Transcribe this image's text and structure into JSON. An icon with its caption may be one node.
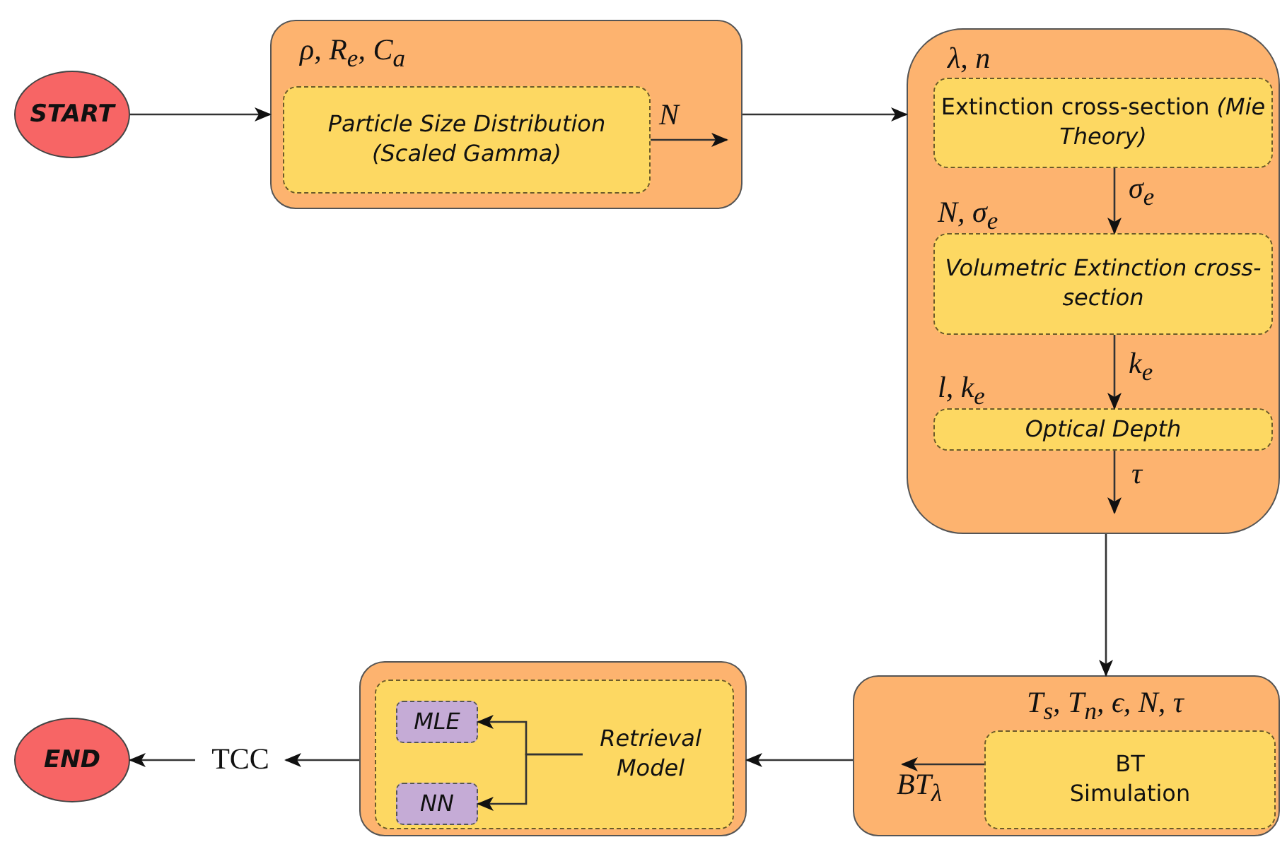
{
  "diagram": {
    "nodes": [
      {
        "text": [
          "START"
        ]
      },
      {
        "text": [
          "ρ, R$_{e}$, C$_{a}$"
        ]
      },
      {
        "text": [
          "Particle Size Distribution (Scaled Gamma)"
        ],
        "in": 1
      },
      {
        "text": [
          "λ, n"
        ]
      },
      {
        "text": [
          "Extinction cross-section *(Mie Theory)*"
        ],
        "in": 3
      },
      {
        "text": [
          "N, σ$_{e}$",
          "Volumetric Extinction cross-section"
        ],
        "in": 3
      },
      {
        "text": [
          "l, k$_{e}$",
          "Optical Depth"
        ],
        "in": 3
      },
      {
        "text": [
          "T$_{s}$, T$_{n}$, ϵ, N, τ"
        ]
      },
      {
        "text": [
          "BT Simulation"
        ],
        "in": 7
      },
      {
        "text": [],
        "shape": "box"
      },
      {
        "text": [],
        "shape": "box",
        "in": 9
      },
      {
        "text": [
          "Retrieval Model"
        ],
        "in": 10
      },
      {
        "text": [
          "MLE"
        ],
        "in": 10
      },
      {
        "text": [
          "NN"
        ],
        "in": 10
      },
      {
        "text": [
          "TCC"
        ]
      },
      {
        "text": [
          "END"
        ]
      }
    ],
    "edges": [
      {
        "from": 0,
        "to": 1,
        "arrow": "to"
      },
      {
        "from": 2,
        "to": null,
        "arrow": "to",
        "label": "N"
      },
      {
        "from": 1,
        "to": 3,
        "arrow": "to"
      },
      {
        "from": 4,
        "to": 5,
        "arrow": "to",
        "label": "σ$_{e}$"
      },
      {
        "from": 5,
        "to": 6,
        "arrow": "to",
        "label": "k$_{e}$"
      },
      {
        "from": 6,
        "to": null,
        "arrow": "to",
        "label": "τ"
      },
      {
        "from": 3,
        "to": 7,
        "arrow": "to"
      },
      {
        "from": 8,
        "to": null,
        "arrow": "to",
        "label": "BT$_{λ}$"
      },
      {
        "from": 7,
        "to": 9,
        "arrow": "to"
      },
      {
        "from": 11,
        "to": 12,
        "arrow": "to"
      },
      {
        "from": 11,
        "to": 13,
        "arrow": "to"
      },
      {
        "from": 9,
        "to": 14,
        "arrow": "to"
      },
      {
        "from": 14,
        "to": 15,
        "arrow": "to"
      }
    ]
  }
}
